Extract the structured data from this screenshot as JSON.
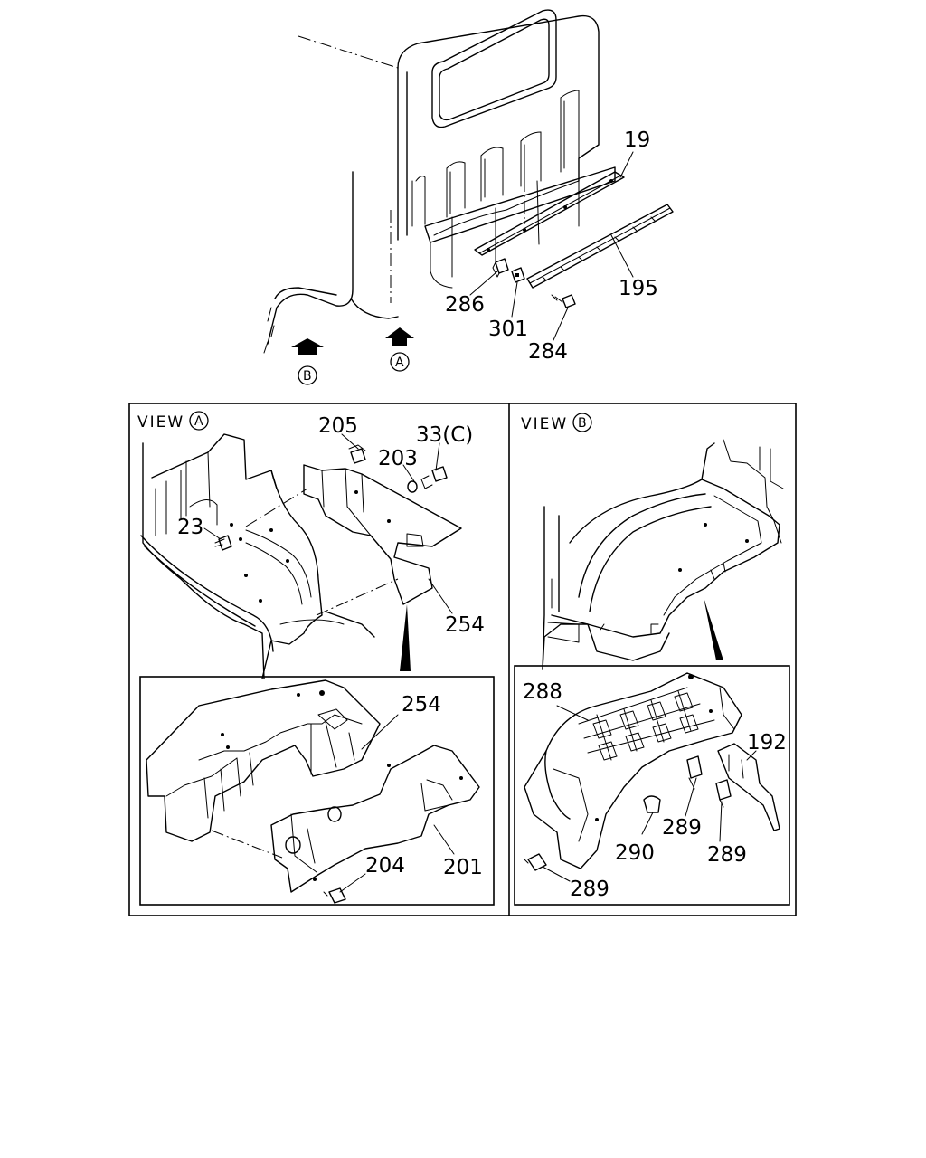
{
  "callouts": {
    "c19": "19",
    "c195": "195",
    "c286": "286",
    "c301": "301",
    "c284": "284",
    "c205": "205",
    "c203": "203",
    "c33c": "33(C)",
    "c23": "23",
    "c254a": "254",
    "c254b": "254",
    "c201": "201",
    "c204": "204",
    "c288": "288",
    "c192": "192",
    "c289a": "289",
    "c289b": "289",
    "c289c": "289",
    "c290": "290"
  },
  "markers": {
    "a": "A",
    "b": "B"
  },
  "views": {
    "view_a": "VIEW",
    "view_b": "VIEW"
  }
}
